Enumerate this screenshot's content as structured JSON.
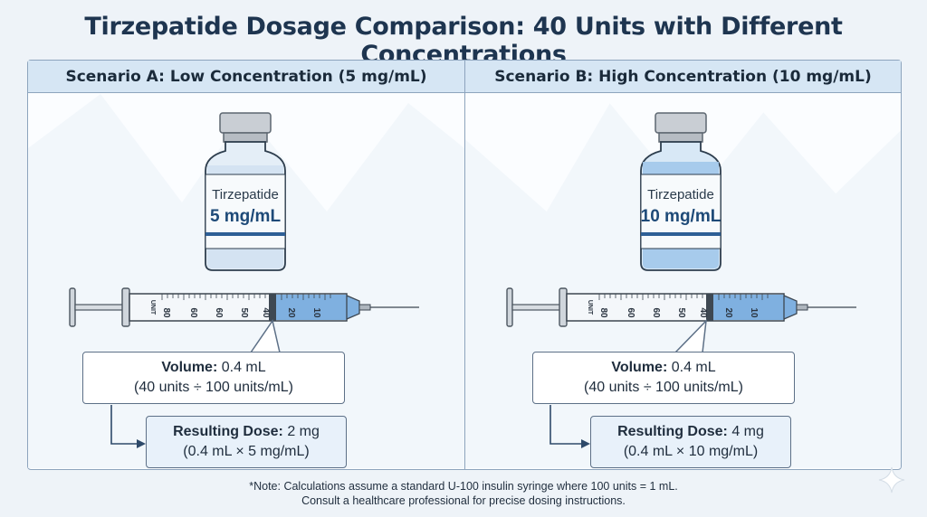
{
  "title": "Tirzepatide Dosage Comparison: 40 Units with Different Concentrations",
  "scenarios": [
    {
      "header": "Scenario A: Low Concentration (5 mg/mL)",
      "vial": {
        "name": "Tirzepatide",
        "concentration": "5 mg/mL",
        "liquid_color": "#cfe0f0"
      },
      "syringe": {
        "unit_label": "UNIT",
        "ticks": [
          "80",
          "60",
          "60",
          "50",
          "40",
          "20",
          "10"
        ],
        "fill_color": "#7fb0e0"
      },
      "volume": {
        "label": "Volume:",
        "value": " 0.4 mL",
        "calc": "(40 units ÷ 100 units/mL)"
      },
      "dose": {
        "label": "Resulting Dose:",
        "value": " 2 mg",
        "calc": "(0.4 mL × 5 mg/mL)"
      }
    },
    {
      "header": "Scenario B: High Concentration (10 mg/mL)",
      "vial": {
        "name": "Tirzepatide",
        "concentration": "10 mg/mL",
        "liquid_color": "#9fc6ea"
      },
      "syringe": {
        "unit_label": "UNIT",
        "ticks": [
          "80",
          "60",
          "60",
          "50",
          "40",
          "20",
          "10"
        ],
        "fill_color": "#7fb0e0"
      },
      "volume": {
        "label": "Volume:",
        "value": " 0.4 mL",
        "calc": "(40 units ÷ 100 units/mL)"
      },
      "dose": {
        "label": "Resulting Dose:",
        "value": " 4 mg",
        "calc": "(0.4 mL × 10 mg/mL)"
      }
    }
  ],
  "footnote": {
    "line1": "*Note: Calculations assume a standard U-100 insulin syringe where 100 units = 1 mL.",
    "line2": "Consult a healthcare professional for precise dosing instructions."
  }
}
